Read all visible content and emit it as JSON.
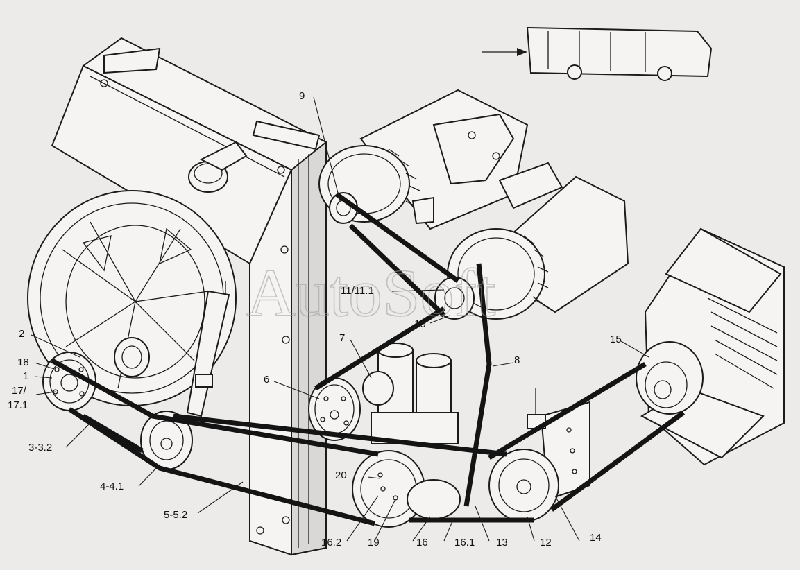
{
  "watermark": "AutoSoft",
  "labels": {
    "l9": "9",
    "l11": "11/11.1",
    "l10": "10",
    "l7": "7",
    "l8": "8",
    "l6": "6",
    "l2": "2",
    "l18": "18",
    "l1": "1",
    "l17": "17/",
    "l17_1": "17.1",
    "l3": "3-3.2",
    "l4": "4-4.1",
    "l5": "5-5.2",
    "l20": "20",
    "l16_2": "16.2",
    "l19": "19",
    "l16": "16",
    "l16_1": "16.1",
    "l13": "13",
    "l12": "12",
    "l14": "14",
    "l15": "15"
  },
  "colors": {
    "line": "#1b1b1b",
    "paper": "#ecebe9",
    "part_fill": "#f5f4f2"
  }
}
